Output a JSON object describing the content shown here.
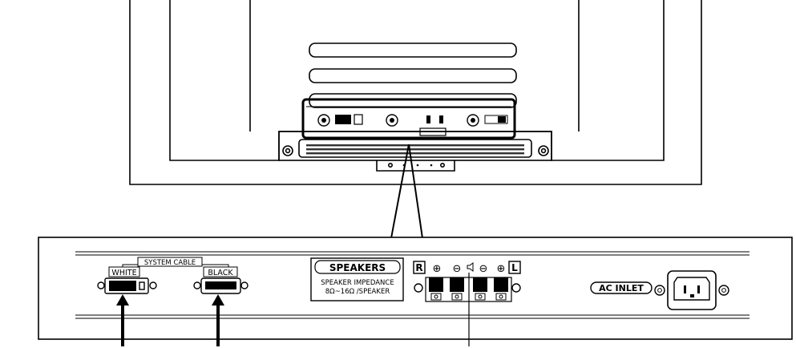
{
  "labels": {
    "white": "WHITE",
    "system_cable": "SYSTEM CABLE",
    "black": "BLACK",
    "speakers": "SPEAKERS",
    "impedance_line1": "SPEAKER IMPEDANCE",
    "impedance_line2": "8Ω~16Ω /SPEAKER",
    "right": "R",
    "left": "L",
    "plus": "⊕",
    "minus": "⊖",
    "ac_inlet": "AC INLET"
  }
}
